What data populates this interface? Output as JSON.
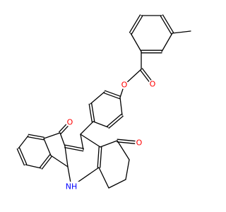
{
  "molecule": {
    "colors": {
      "bond": "#000000",
      "oxygen": "#ff0000",
      "nitrogen": "#0000ff",
      "background": "#ffffff"
    },
    "atom_labels": {
      "ester_o_single": "O",
      "ester_o_double": "O",
      "ketone_o_left": "O",
      "ketone_o_right": "O",
      "amine_nh": "NH"
    }
  }
}
